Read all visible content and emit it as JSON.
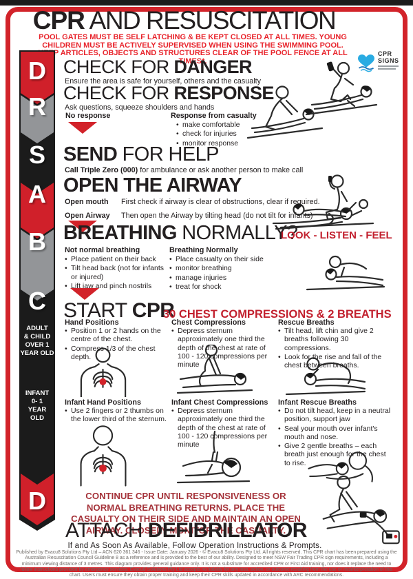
{
  "title": {
    "bold": "CPR",
    "rest": " AND RESUSCITATION"
  },
  "warning": "POOL GATES MUST BE SELF LATCHING & BE KEPT CLOSED AT ALL TIMES. YOUNG CHILDREN MUST BE ACTIVELY SUPERVISED WHEN USING THE SWIMMING POOL. KEEP ARTICLES, OBJECTS AND STRUCTURES CLEAR OF THE POOL FENCE AT ALL TIMES*.",
  "logo": {
    "line1": "CPR",
    "line2": "SIGNS"
  },
  "sidebar": {
    "letters": [
      "D",
      "R",
      "S",
      "A",
      "B",
      "C"
    ],
    "bottom_letter": "D",
    "adult_label": "ADULT\n& CHILD\nOVER 1\nYEAR OLD",
    "infant_label": "INFANT\n0- 1\nYEAR\nOLD"
  },
  "sections": {
    "danger": {
      "heading_regular": "CHECK FOR ",
      "heading_bold": "DANGER",
      "sub": "Ensure the area is safe for yourself, others and the casualty"
    },
    "response": {
      "heading_regular": "CHECK FOR ",
      "heading_bold": "RESPONSE",
      "sub": "Ask questions, squeeze shoulders and hands",
      "no_response_label": "No response",
      "from_casualty_label": "Response from casualty",
      "from_casualty_items": [
        "make comfortable",
        "check for injuries",
        "monitor response"
      ]
    },
    "send": {
      "heading_bold": "SEND",
      "heading_regular": " FOR HELP",
      "sub_bold": "Call Triple Zero (000)",
      "sub_rest": " for ambulance or ask another person to make call"
    },
    "airway": {
      "heading": "OPEN THE AIRWAY",
      "row1_label": "Open mouth",
      "row1_text": "First check if airway is clear of obstructions, clear if required.",
      "row2_label": "Open Airway",
      "row2_text": "Then open the Airway by tilting head (do not tilt for infants)"
    },
    "breathing": {
      "heading_bold": "BREATHING",
      "heading_regular": " NORMALLY?",
      "look_listen_feel": "LOOK - LISTEN - FEEL",
      "not_normal_title": "Not normal breathing",
      "not_normal_items": [
        "Place patient on their back",
        "Tilt head back (not for infants or injured)",
        "Lift jaw and pinch nostrils"
      ],
      "normal_title": "Breathing Normally",
      "normal_items": [
        "Place casualty on their side",
        "monitor breathing",
        "manage injuries",
        "treat for shock"
      ]
    },
    "cpr": {
      "heading_regular": "START ",
      "heading_bold": "CPR",
      "subtitle": "30 CHEST COMPRESSIONS & 2 BREATHS",
      "columns": [
        {
          "title": "Hand Positions",
          "items": [
            "Position 1 or 2 hands on the centre of the chest.",
            "Compress 1/3 of the chest depth."
          ]
        },
        {
          "title": "Chest Compressions",
          "items": [
            "Depress sternum approximately one third the depth of the chest at rate of 100 - 120 compressions per minute"
          ]
        },
        {
          "title": "Rescue Breaths",
          "items": [
            "Tilt head, lift chin and give 2 breaths following 30 compressions.",
            "Look for the rise and fall of the chest between breaths."
          ]
        }
      ]
    },
    "infant": {
      "columns": [
        {
          "title": "Infant Hand Positions",
          "items": [
            "Use 2 fingers or 2 thumbs on the lower third of the sternum."
          ]
        },
        {
          "title": "Infant Chest Compressions",
          "items": [
            "Depress sternum approximately one third the depth of the chest at rate of 100 - 120 compressions per minute"
          ]
        },
        {
          "title": "Infant Rescue Breaths",
          "items": [
            "Do not tilt head, keep in a neutral position, support jaw",
            "Seal your mouth over infant's mouth and nose.",
            "Give 2 gentle breaths – each breath just enough for the chest to rise."
          ]
        }
      ]
    },
    "continue": {
      "text": "CONTINUE CPR UNTIL RESPONSIVENESS OR NORMAL BREATHING RETURNS. PLACE THE CASUALTY ON THEIR SIDE AND MAINTAIN AN OPEN AIRWAY. CLOSELY MONITOR THE CASUALTY."
    },
    "defibrillator": {
      "heading_regular": "ATTACH ",
      "heading_bold": "DEFIBRILLATOR",
      "sub": "If and As Soon As Available, Follow Operation Instructions & Prompts."
    }
  },
  "footer": {
    "text": "Published by Evacu8 Solutions Pty Ltd – ACN 620 361 346 - Issue Date: January 2026 - © Evacu8 Solutions Pty Ltd. All rights reserved. This CPR chart has been prepared using the Australian Resuscitation Council Guideline 8 as a reference and is provided to the best of our ability. Designed to meet NSW Fair Trading CPR sign requirements, including a minimum viewing distance of 3 metres. This diagram provides general guidance only. It is not a substitute for accredited CPR or First Aid training, nor does it replace the need to follow instructions provided by emergency services. Evacu8 Solutions Pty Ltd accepts no liability for any loss, action, or outcome resulting from the use or misinterpretation of this chart. Users must ensure they obtain proper training and keep their CPR skills updated in accordance with ARC recommendations."
  },
  "icons": {
    "down_arrow": "red-triangle-down",
    "logo_heart": "blue-heart-with-waves"
  },
  "colors": {
    "border_red": "#d2232a",
    "warning_red": "#e8232b",
    "accent_red": "#c2202e",
    "continue_red": "#a5333a",
    "chevron_gray": "#939598",
    "chevron_black": "#1b1b1b",
    "text_black": "#231f20",
    "logo_blue": "#29abe2"
  }
}
